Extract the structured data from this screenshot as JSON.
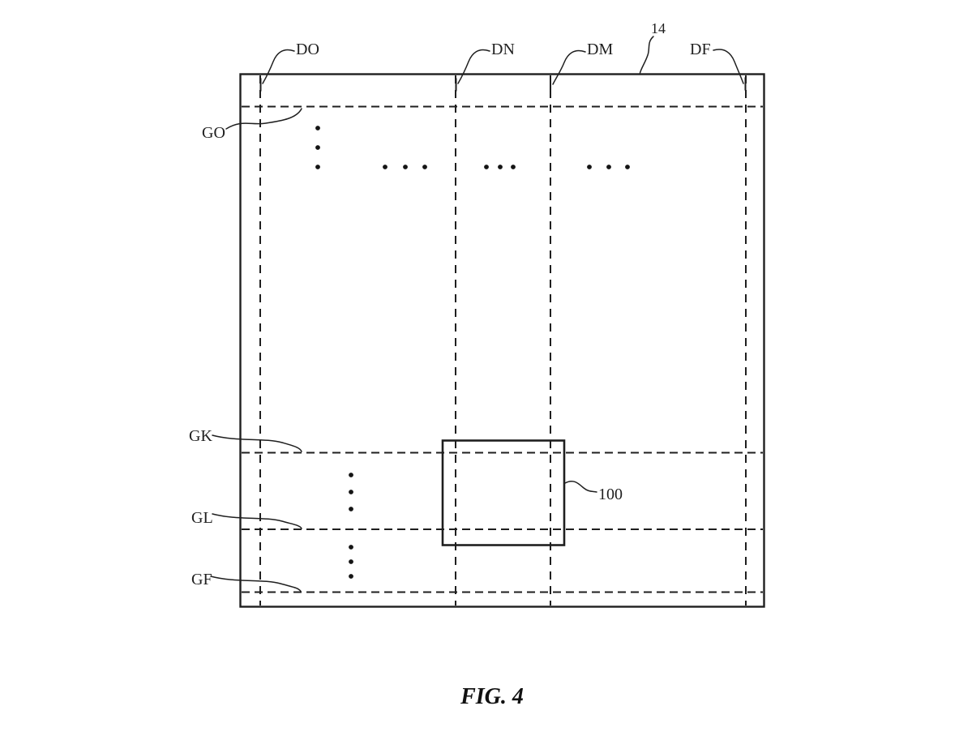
{
  "figure": {
    "caption": "FIG. 4",
    "labels": {
      "panel_ref": "14",
      "box_ref": "100",
      "data_lines": [
        "DO",
        "DN",
        "DM",
        "DF"
      ],
      "gate_lines": [
        "GO",
        "GK",
        "GL",
        "GF"
      ]
    },
    "colors": {
      "ink": "#1f1f1f",
      "background": "#ffffff"
    }
  }
}
